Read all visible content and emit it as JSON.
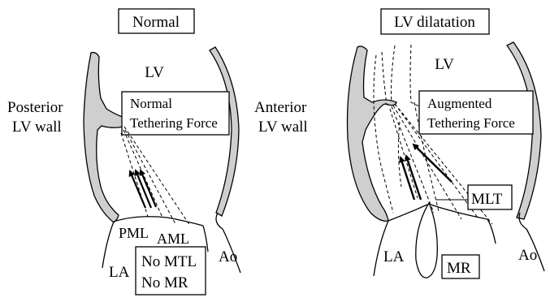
{
  "colors": {
    "wall_fill": "#cfcfcf",
    "stroke": "#000000",
    "background": "#ffffff"
  },
  "normal": {
    "title": "Normal",
    "lv_label": "LV",
    "posterior_wall_line1": "Posterior",
    "posterior_wall_line2": "LV wall",
    "anterior_wall_line1": "Anterior",
    "anterior_wall_line2": "LV wall",
    "tethering_line1": "Normal",
    "tethering_line2": "Tethering Force",
    "pml_label": "PML",
    "aml_label": "AML",
    "la_label": "LA",
    "ao_label": "Ao",
    "status_line1": "No MTL",
    "status_line2": "No MR"
  },
  "dilatation": {
    "title": "LV dilatation",
    "lv_label": "LV",
    "tethering_line1": "Augmented",
    "tethering_line2": "Tethering Force",
    "mlt_label": "MLT",
    "la_label": "LA",
    "ao_label": "Ao",
    "mr_label": "MR"
  }
}
